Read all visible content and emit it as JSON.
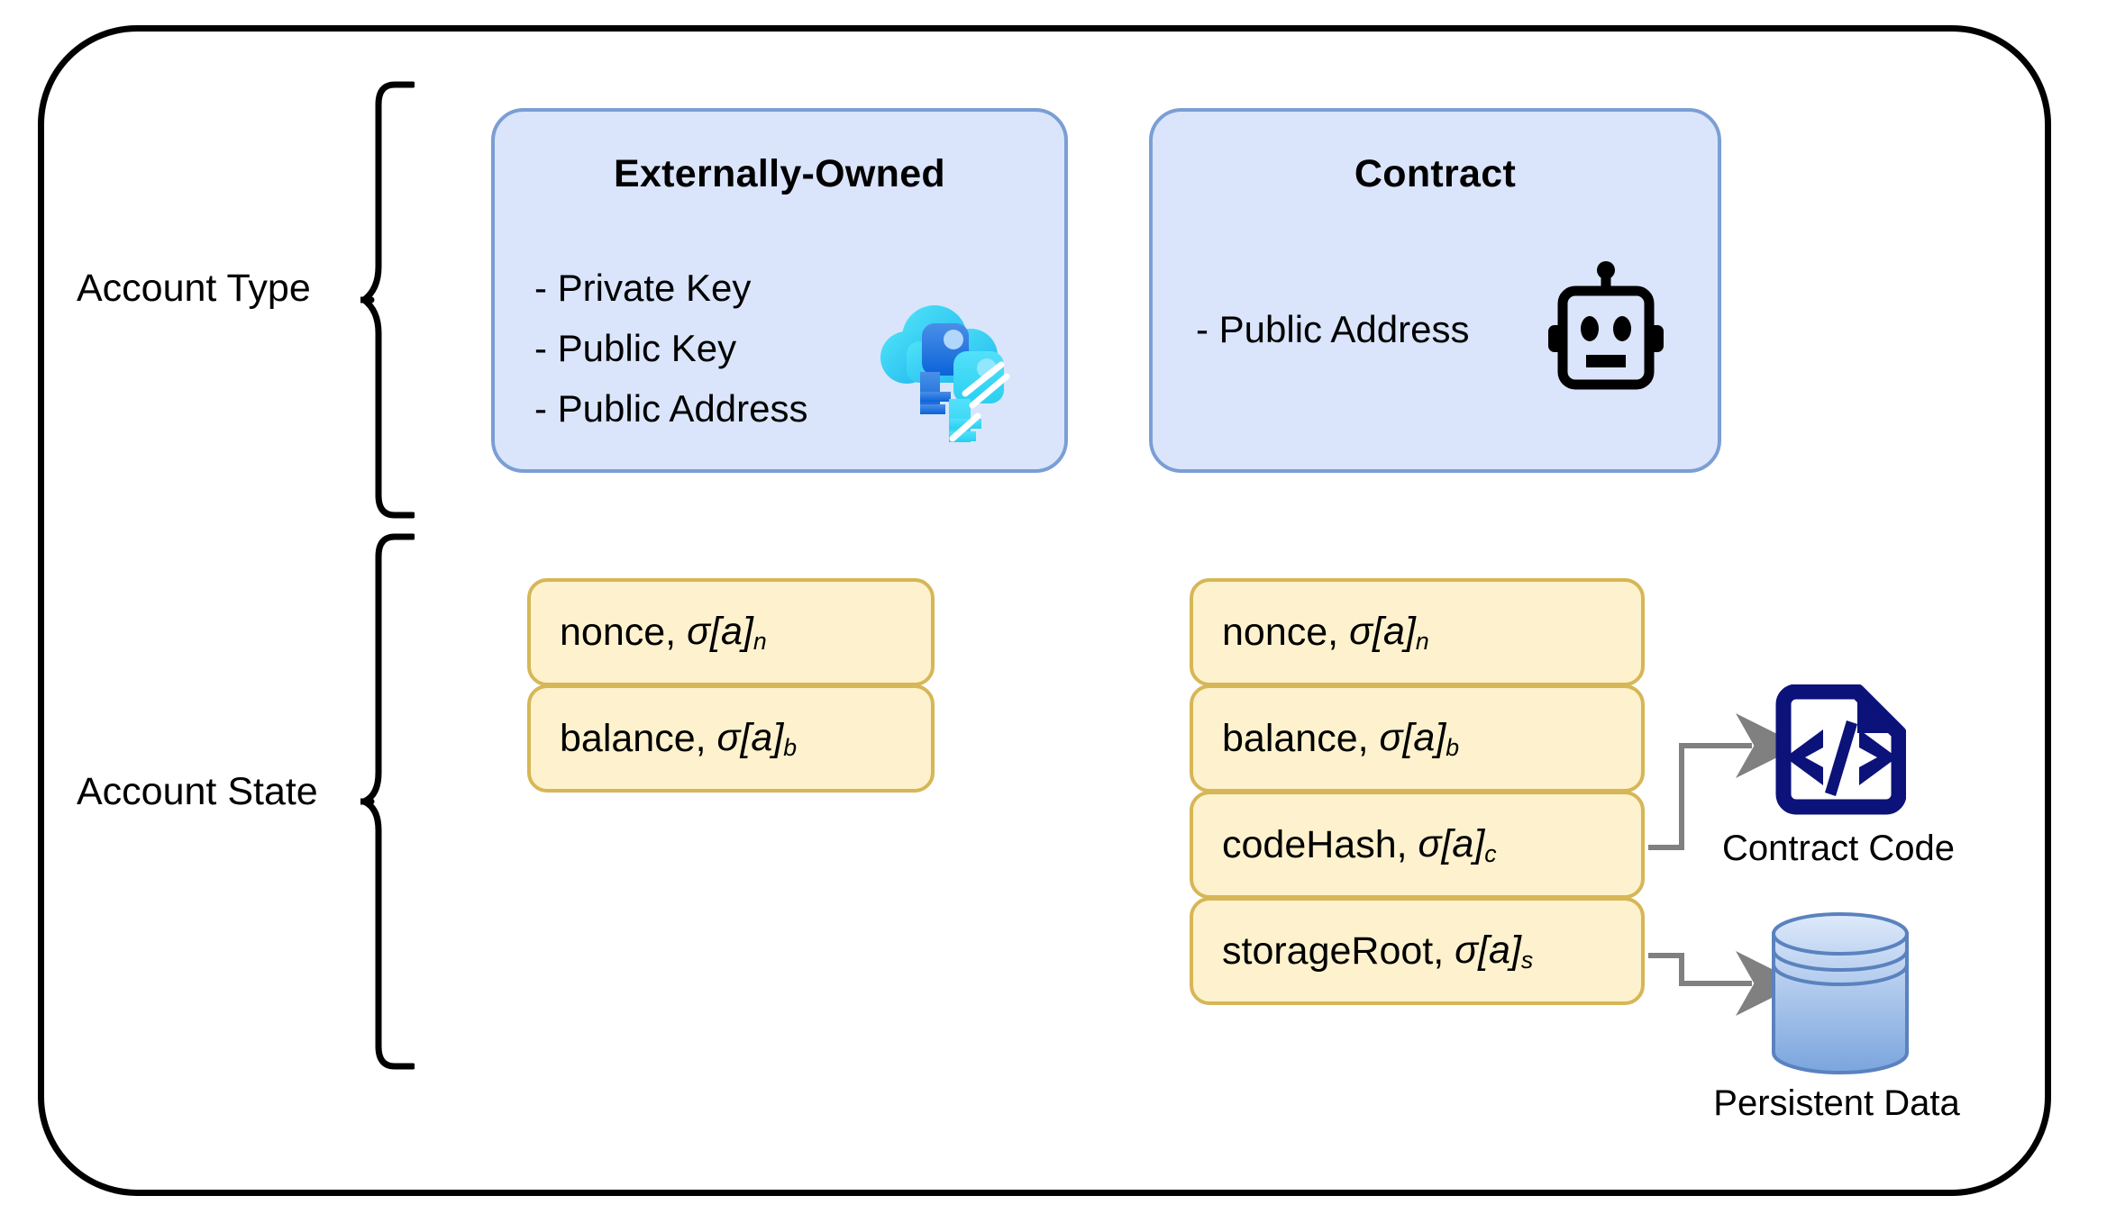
{
  "diagram": {
    "groups": [
      {
        "key": "account_type",
        "label": "Account Type"
      },
      {
        "key": "account_state",
        "label": "Account State"
      }
    ],
    "account_type": {
      "cards": [
        {
          "title": "Externally-Owned",
          "items": [
            "- Private Key",
            "- Public Key",
            "- Public Address"
          ],
          "icon": "cloud-keys-icon"
        },
        {
          "title": "Contract",
          "items": [
            "- Public Address"
          ],
          "icon": "robot-icon"
        }
      ]
    },
    "account_state": {
      "eoa_fields": [
        {
          "name": "nonce,",
          "symbol": "σ[a]",
          "subscript": "n"
        },
        {
          "name": "balance,",
          "symbol": "σ[a]",
          "subscript": "b"
        }
      ],
      "contract_fields": [
        {
          "name": "nonce,",
          "symbol": "σ[a]",
          "subscript": "n"
        },
        {
          "name": "balance,",
          "symbol": "σ[a]",
          "subscript": "b"
        },
        {
          "name": "codeHash,",
          "symbol": "σ[a]",
          "subscript": "c"
        },
        {
          "name": "storageRoot,",
          "symbol": "σ[a]",
          "subscript": "s"
        }
      ]
    },
    "targets": [
      {
        "key": "contract_code",
        "caption": "Contract Code",
        "icon": "code-document-icon",
        "from": "codeHash"
      },
      {
        "key": "persistent_data",
        "caption": "Persistent Data",
        "icon": "database-cylinder-icon",
        "from": "storageRoot"
      }
    ],
    "colors": {
      "frame_stroke": "#000000",
      "card_fill": "#dae5fb",
      "card_stroke": "#7b9ed4",
      "chip_fill": "#fdf2cd",
      "chip_stroke": "#d6b656",
      "connector": "#808080",
      "code_icon": "#0b1279",
      "db_fill_top": "#cfdff7",
      "db_fill_bottom": "#7aa5de",
      "db_stroke": "#5a82be",
      "cloud_cyan": "#32d2f2",
      "key_blue": "#1560d8"
    }
  }
}
